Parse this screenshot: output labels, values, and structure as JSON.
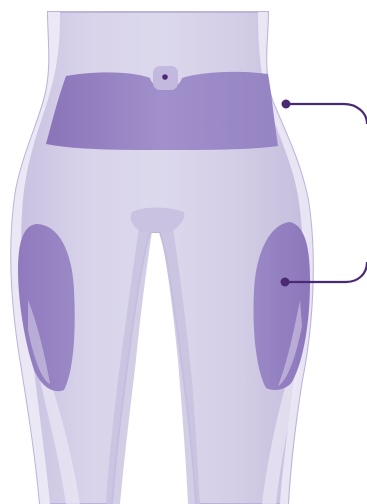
{
  "figure": {
    "subject": "lower-torso-and-thighs",
    "highlighted_regions": [
      {
        "id": "abdomen",
        "callout": true
      },
      {
        "id": "thighs",
        "callout": true
      }
    ],
    "colors": {
      "body_fill": "#d6d1e8",
      "body_shadow": "#c9c3e0",
      "body_highlight": "#ece9f6",
      "outline": "#bcb3d9",
      "highlight_region": "#9a86c4",
      "highlight_region_dark": "#8d77bb",
      "navel_pad": "#c0b5dc",
      "callout_line": "#4b2a74",
      "callout_dot": "#4b2a74",
      "background": "#ffffff"
    }
  }
}
